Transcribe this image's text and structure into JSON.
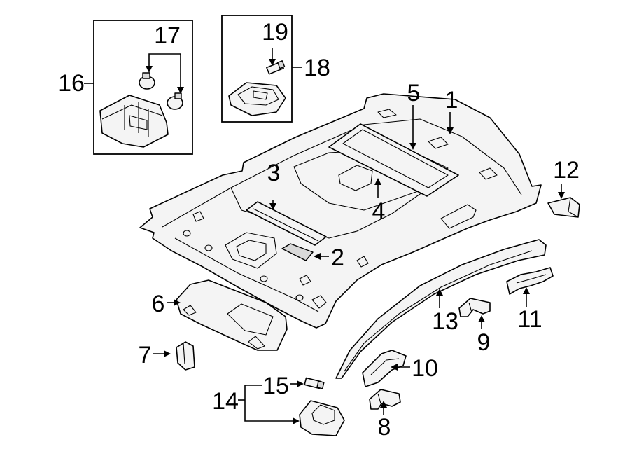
{
  "callouts": {
    "c1": "1",
    "c2": "2",
    "c3a": "3",
    "c4": "4",
    "c5": "5",
    "c6": "6",
    "c7": "7",
    "c8": "8",
    "c9": "9",
    "c10": "10",
    "c11": "11",
    "c12": "12",
    "c13": "13",
    "c14": "14",
    "c15": "15",
    "c16": "16",
    "c17": "17",
    "c18": "18",
    "c19": "19"
  }
}
